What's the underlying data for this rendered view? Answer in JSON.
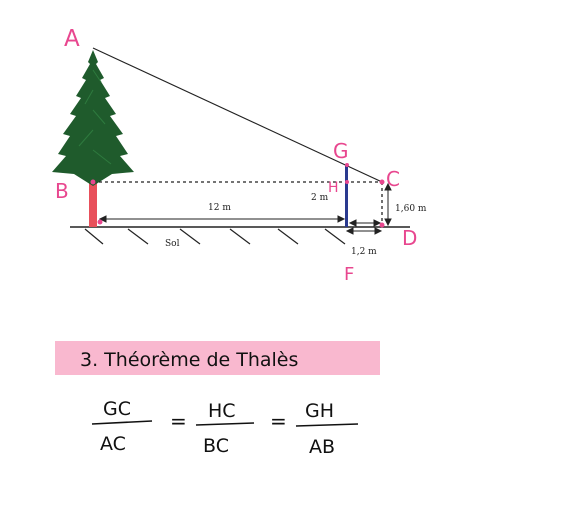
{
  "diagram": {
    "points": {
      "A": "A",
      "B": "B",
      "C": "C",
      "D": "D",
      "F": "F",
      "G": "G",
      "H": "H"
    },
    "measures": {
      "dist_bh": "12 m",
      "height_gh": "2 m",
      "height_cd": "1,60 m",
      "dist_fd": "1,2 m",
      "ground": "Sol"
    },
    "colors": {
      "labels": "#e8478f",
      "tree": "#1f5b2c",
      "trunk": "#e8505b",
      "rod": "#2a3a8f",
      "highlight": "#f9b8cf"
    }
  },
  "notes": {
    "heading": "3. Théorème de Thalès",
    "equation": {
      "f1_num": "GC",
      "f1_den": "AC",
      "eq1": "=",
      "f2_num": "HC",
      "f2_den": "BC",
      "eq2": "=",
      "f3_num": "GH",
      "f3_den": "AB"
    }
  }
}
